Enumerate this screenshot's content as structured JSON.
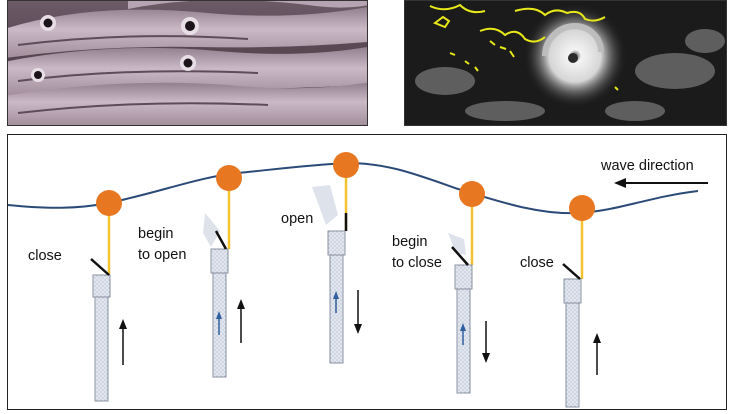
{
  "diagram": {
    "wave_label": "wave direction",
    "states": [
      {
        "line1": "close",
        "line2": ""
      },
      {
        "line1": "begin",
        "line2": "to open"
      },
      {
        "line1": "open",
        "line2": ""
      },
      {
        "line1": "begin",
        "line2": "to close"
      },
      {
        "line1": "close",
        "line2": ""
      }
    ]
  },
  "colors": {
    "wave": "#2b4a78",
    "float": "#e87722",
    "rope": "#f2c230",
    "pipe": "#d8dde6",
    "arrow": "#111111",
    "inner_arrow": "#2f5f9e"
  }
}
